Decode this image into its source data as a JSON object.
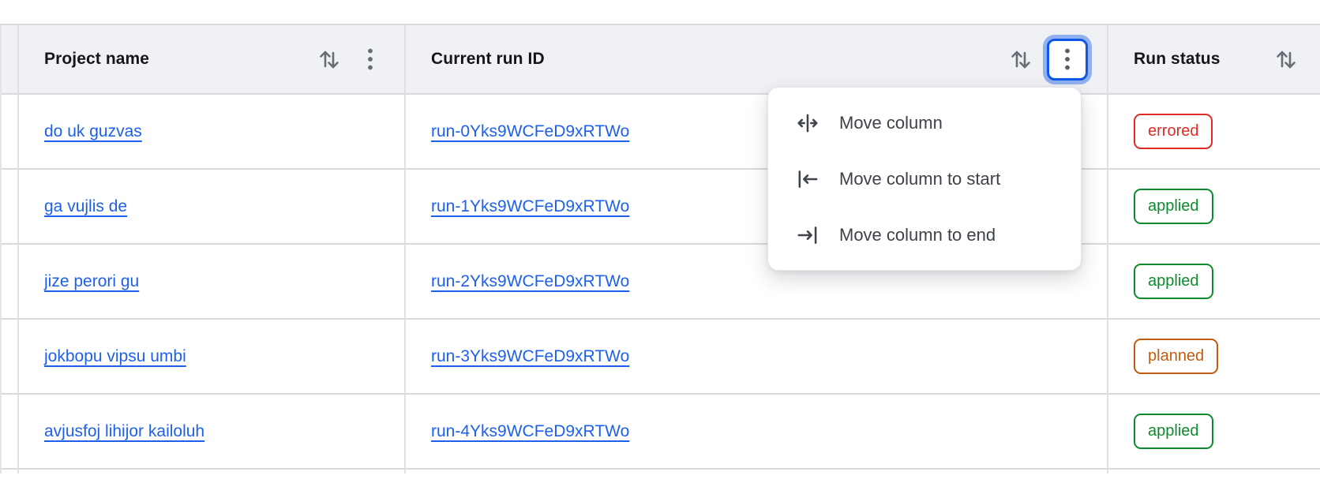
{
  "header": {
    "columns": [
      {
        "label": "Project name"
      },
      {
        "label": "Current run ID"
      },
      {
        "label": "Run status"
      }
    ]
  },
  "rows": [
    {
      "project_name": "do uk guzvas",
      "run_id": "run-0Yks9WCFeD9xRTWo",
      "status": "errored"
    },
    {
      "project_name": "ga vujlis de",
      "run_id": "run-1Yks9WCFeD9xRTWo",
      "status": "applied"
    },
    {
      "project_name": "jize perori gu",
      "run_id": "run-2Yks9WCFeD9xRTWo",
      "status": "applied"
    },
    {
      "project_name": "jokbopu vipsu umbi",
      "run_id": "run-3Yks9WCFeD9xRTWo",
      "status": "planned"
    },
    {
      "project_name": "avjusfoj lihijor kailoluh",
      "run_id": "run-4Yks9WCFeD9xRTWo",
      "status": "applied"
    }
  ],
  "column_menu": {
    "items": [
      {
        "label": "Move column"
      },
      {
        "label": "Move column to start"
      },
      {
        "label": "Move column to end"
      }
    ]
  },
  "icons": {
    "sort": "sort-arrows-icon",
    "kebab": "column-options-kebab-icon"
  },
  "colors": {
    "link_blue": "#1d60ec",
    "status_errored": "#df2a25",
    "status_applied": "#0e8a2e",
    "status_planned": "#bf5c10",
    "focus_ring_blue": "#0c56e9",
    "header_bg": "#f0f1f4",
    "border_gray": "#d8dade"
  }
}
